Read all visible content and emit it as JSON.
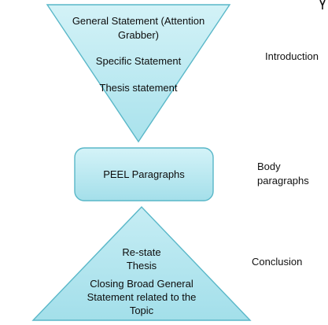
{
  "colors": {
    "shape_fill_light": "#c9eef4",
    "shape_fill_mid": "#a6e0ea",
    "shape_stroke": "#59b7c8",
    "text": "#0d0d0d",
    "background": "#ffffff"
  },
  "introduction": {
    "shape": "inverted-triangle",
    "lines": [
      "General Statement (Attention",
      "Grabber)",
      "Specific Statement",
      "Thesis statement"
    ],
    "side_label": "Introduction"
  },
  "body": {
    "shape": "rounded-rectangle",
    "text": "PEEL Paragraphs",
    "side_label_lines": [
      "Body",
      "paragraphs"
    ]
  },
  "conclusion": {
    "shape": "triangle",
    "lines": [
      "Re-state",
      "Thesis",
      "Closing Broad General",
      "Statement related to the",
      "Topic"
    ],
    "side_label": "Conclusion"
  }
}
